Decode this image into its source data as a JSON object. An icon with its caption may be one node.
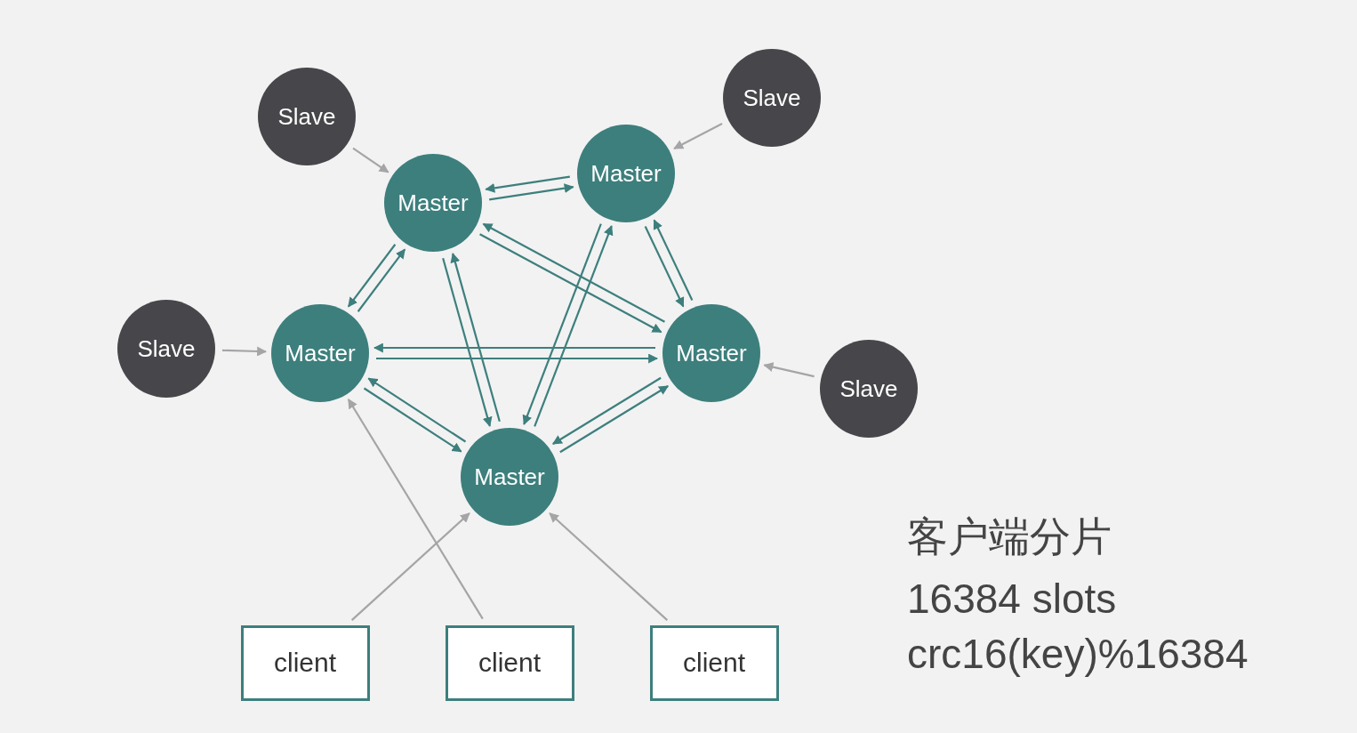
{
  "diagram": {
    "nodes": [
      {
        "text": [
          "Slave"
        ]
      },
      {
        "text": [
          "Slave"
        ]
      },
      {
        "text": [
          "Master"
        ]
      },
      {
        "text": [
          "Master"
        ]
      },
      {
        "text": [
          "Slave"
        ]
      },
      {
        "text": [
          "Master"
        ]
      },
      {
        "text": [
          "Master"
        ]
      },
      {
        "text": [
          "Slave"
        ]
      },
      {
        "text": [
          "Master"
        ]
      },
      {
        "text": [
          "client"
        ]
      },
      {
        "text": [
          "client"
        ]
      },
      {
        "text": [
          "client"
        ]
      }
    ],
    "edges": [
      {
        "from": 0,
        "to": 2,
        "arrow": "to",
        "color": "#a5a5a8"
      },
      {
        "from": 1,
        "to": 3,
        "arrow": "to",
        "color": "#a5a5a8"
      },
      {
        "from": 4,
        "to": 5,
        "arrow": "to",
        "color": "#a5a5a8"
      },
      {
        "from": 7,
        "to": 6,
        "arrow": "to",
        "color": "#a5a5a8"
      },
      {
        "from": 2,
        "to": 3,
        "arrow": "to"
      },
      {
        "from": 3,
        "to": 2,
        "arrow": "to"
      },
      {
        "from": 2,
        "to": 5,
        "arrow": "to"
      },
      {
        "from": 5,
        "to": 2,
        "arrow": "to"
      },
      {
        "from": 2,
        "to": 6,
        "arrow": "to"
      },
      {
        "from": 6,
        "to": 2,
        "arrow": "to"
      },
      {
        "from": 2,
        "to": 8,
        "arrow": "to"
      },
      {
        "from": 8,
        "to": 2,
        "arrow": "to"
      },
      {
        "from": 3,
        "to": 8,
        "arrow": "to"
      },
      {
        "from": 8,
        "to": 3,
        "arrow": "to"
      },
      {
        "from": 3,
        "to": 6,
        "arrow": "to"
      },
      {
        "from": 6,
        "to": 3,
        "arrow": "to"
      },
      {
        "from": 5,
        "to": 6,
        "arrow": "to"
      },
      {
        "from": 6,
        "to": 5,
        "arrow": "to"
      },
      {
        "from": 5,
        "to": 8,
        "arrow": "to"
      },
      {
        "from": 8,
        "to": 5,
        "arrow": "to"
      },
      {
        "from": 6,
        "to": 8,
        "arrow": "to"
      },
      {
        "from": 8,
        "to": 6,
        "arrow": "to"
      },
      {
        "from": 9,
        "to": 8,
        "arrow": "to",
        "color": "#a5a5a8"
      },
      {
        "from": 10,
        "to": 5,
        "arrow": "to",
        "color": "#a5a5a8"
      },
      {
        "from": 11,
        "to": 8,
        "arrow": "to",
        "color": "#a5a5a8"
      }
    ],
    "labels": [
      "客户端分片",
      "16384 slots",
      "crc16(key)%16384"
    ]
  }
}
